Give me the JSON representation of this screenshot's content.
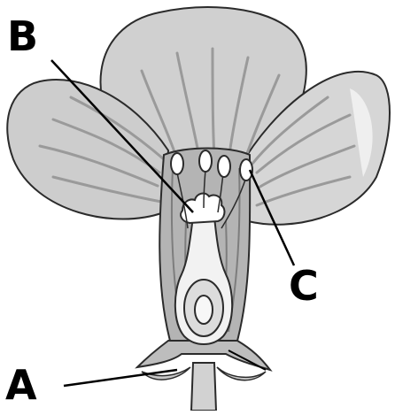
{
  "labels": {
    "a": "A",
    "b": "B",
    "c": "C"
  },
  "colors": {
    "outline": "#2b2b2b",
    "petal": "#d0d0d0",
    "petal_vein": "#9a9a9a",
    "tube": "#b4b4b4",
    "pistil": "#f2f2f2",
    "leader": "#000000"
  }
}
